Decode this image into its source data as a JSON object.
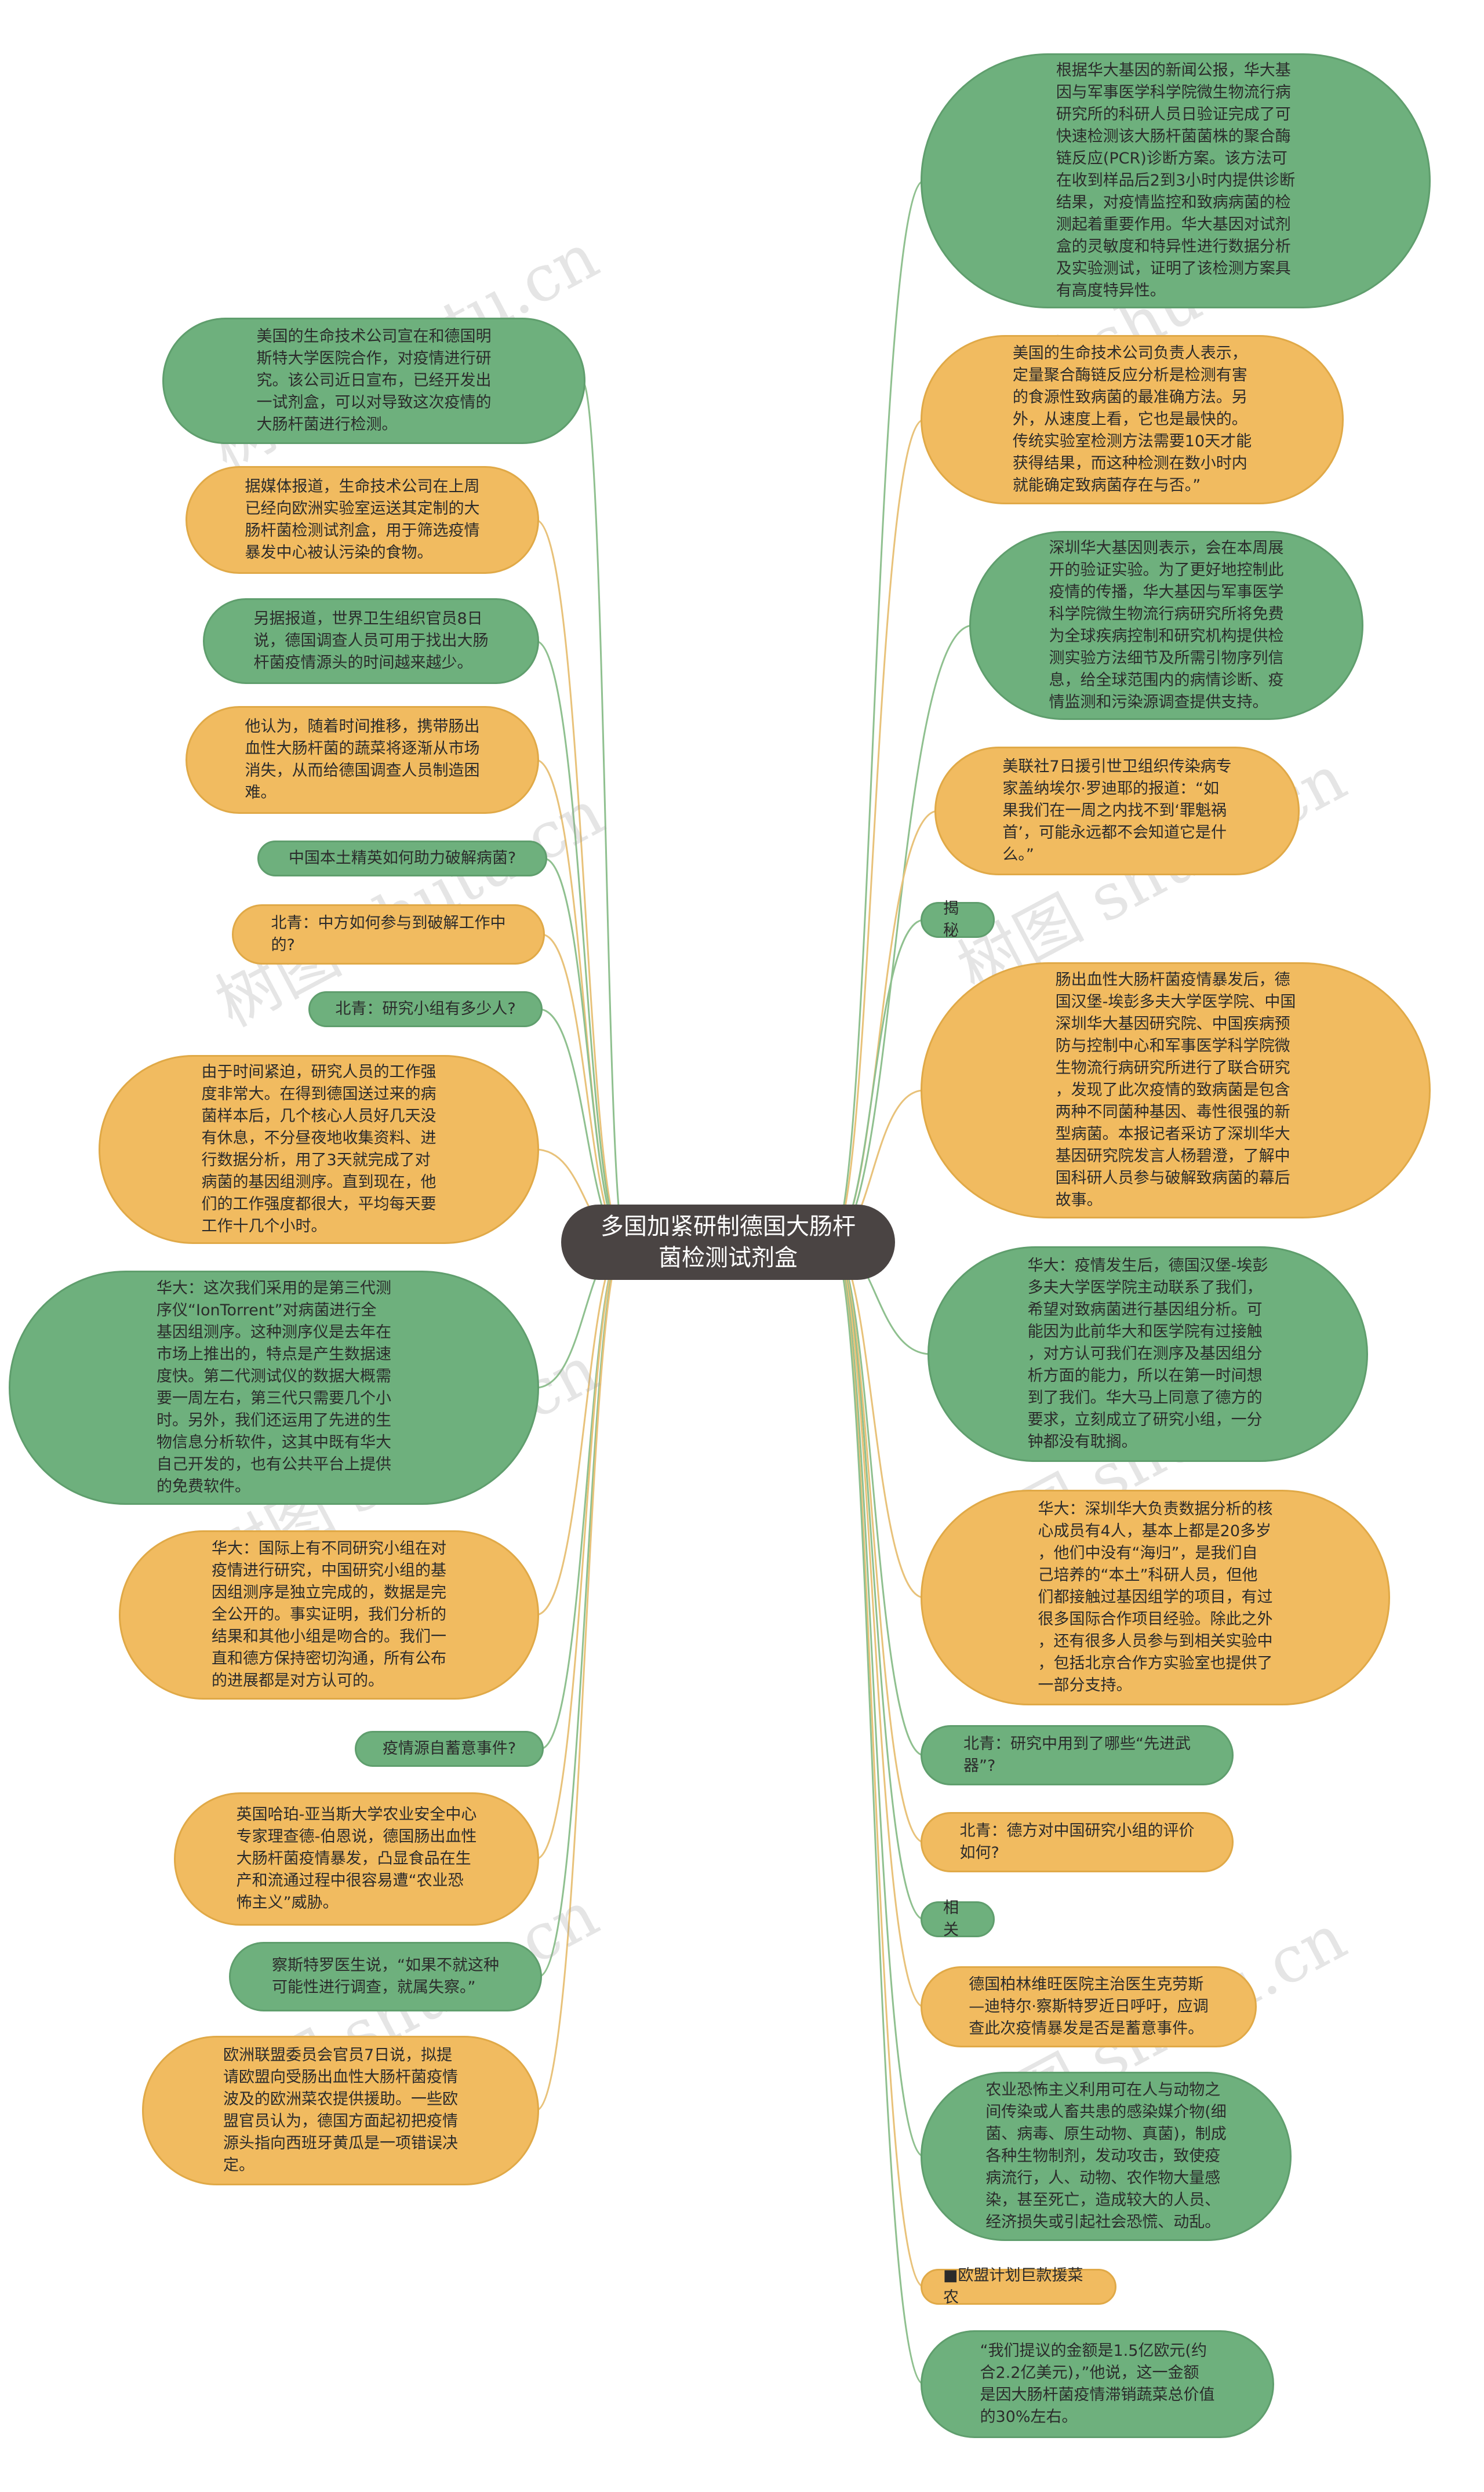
{
  "center": {
    "title": "多国加紧研制德国大肠杆\n菌检测试剂盒"
  },
  "colors": {
    "green": "#6eb07d",
    "orange": "#f1bb60",
    "center": "#4a4443",
    "line_green": "#8fc08f",
    "line_orange": "#e8c27a"
  },
  "watermark": "树图 shutu.cn",
  "left_nodes": [
    {
      "id": "l1",
      "color": "green",
      "text": "美国的生命技术公司宣在和德国明\n斯特大学医院合作，对疫情进行研\n究。该公司近日宣布，已经开发出\n一试剂盒，可以对导致这次疫情的\n大肠杆菌进行检测。"
    },
    {
      "id": "l2",
      "color": "orange",
      "text": "据媒体报道，生命技术公司在上周\n已经向欧洲实验室运送其定制的大\n肠杆菌检测试剂盒，用于筛选疫情\n暴发中心被认污染的食物。"
    },
    {
      "id": "l3",
      "color": "green",
      "text": "另据报道，世界卫生组织官员8日\n说，德国调查人员可用于找出大肠\n杆菌疫情源头的时间越来越少。"
    },
    {
      "id": "l4",
      "color": "orange",
      "text": "他认为，随着时间推移，携带肠出\n血性大肠杆菌的蔬菜将逐渐从市场\n消失，从而给德国调查人员制造困\n难。"
    },
    {
      "id": "l5",
      "color": "green",
      "text": "中国本土精英如何助力破解病菌?"
    },
    {
      "id": "l6",
      "color": "orange",
      "text": "北青：中方如何参与到破解工作中\n的?"
    },
    {
      "id": "l7",
      "color": "green",
      "text": "北青：研究小组有多少人?"
    },
    {
      "id": "l8",
      "color": "orange",
      "text": "由于时间紧迫，研究人员的工作强\n度非常大。在得到德国送过来的病\n菌样本后，几个核心人员好几天没\n有休息，不分昼夜地收集资料、进\n行数据分析，用了3天就完成了对\n病菌的基因组测序。直到现在，他\n们的工作强度都很大，平均每天要\n工作十几个小时。"
    },
    {
      "id": "l9",
      "color": "green",
      "text": "华大：这次我们采用的是第三代测\n序仪“IonTorrent”对病菌进行全\n基因组测序。这种测序仪是去年在\n市场上推出的，特点是产生数据速\n度快。第二代测试仪的数据大概需\n要一周左右，第三代只需要几个小\n时。另外，我们还运用了先进的生\n物信息分析软件，这其中既有华大\n自己开发的，也有公共平台上提供\n的免费软件。"
    },
    {
      "id": "l10",
      "color": "orange",
      "text": "华大：国际上有不同研究小组在对\n疫情进行研究，中国研究小组的基\n因组测序是独立完成的，数据是完\n全公开的。事实证明，我们分析的\n结果和其他小组是吻合的。我们一\n直和德方保持密切沟通，所有公布\n的进展都是对方认可的。"
    },
    {
      "id": "l11",
      "color": "green",
      "text": "疫情源自蓄意事件?"
    },
    {
      "id": "l12",
      "color": "orange",
      "text": "英国哈珀-亚当斯大学农业安全中心\n专家理查德-伯恩说，德国肠出血性\n大肠杆菌疫情暴发，凸显食品在生\n产和流通过程中很容易遭“农业恐\n怖主义”威胁。"
    },
    {
      "id": "l13",
      "color": "green",
      "text": "察斯特罗医生说，“如果不就这种\n可能性进行调查，就属失察。”"
    },
    {
      "id": "l14",
      "color": "orange",
      "text": "欧洲联盟委员会官员7日说，拟提\n请欧盟向受肠出血性大肠杆菌疫情\n波及的欧洲菜农提供援助。一些欧\n盟官员认为，德国方面起初把疫情\n源头指向西班牙黄瓜是一项错误决\n定。"
    }
  ],
  "right_nodes": [
    {
      "id": "r1",
      "color": "green",
      "text": "根据华大基因的新闻公报，华大基\n因与军事医学科学院微生物流行病\n研究所的科研人员日验证完成了可\n快速检测该大肠杆菌菌株的聚合酶\n链反应(PCR)诊断方案。该方法可\n在收到样品后2到3小时内提供诊断\n结果，对疫情监控和致病病菌的检\n测起着重要作用。华大基因对试剂\n盒的灵敏度和特异性进行数据分析\n及实验测试，证明了该检测方案具\n有高度特异性。"
    },
    {
      "id": "r2",
      "color": "orange",
      "text": "美国的生命技术公司负责人表示，\n定量聚合酶链反应分析是检测有害\n的食源性致病菌的最准确方法。另\n外，从速度上看，它也是最快的。\n传统实验室检测方法需要10天才能\n获得结果，而这种检测在数小时内\n就能确定致病菌存在与否。”"
    },
    {
      "id": "r3",
      "color": "green",
      "text": "深圳华大基因则表示，会在本周展\n开的验证实验。为了更好地控制此\n疫情的传播，华大基因与军事医学\n科学院微生物流行病研究所将免费\n为全球疾病控制和研究机构提供检\n测实验方法细节及所需引物序列信\n息，给全球范围内的病情诊断、疫\n情监测和污染源调查提供支持。"
    },
    {
      "id": "r4",
      "color": "orange",
      "text": "美联社7日援引世卫组织传染病专\n家盖纳埃尔·罗迪耶的报道：“如\n果我们在一周之内找不到‘罪魁祸\n首’，可能永远都不会知道它是什\n么。”"
    },
    {
      "id": "r5",
      "color": "green",
      "text": "揭秘"
    },
    {
      "id": "r6",
      "color": "orange",
      "text": "肠出血性大肠杆菌疫情暴发后，德\n国汉堡-埃彭多夫大学医学院、中国\n深圳华大基因研究院、中国疾病预\n防与控制中心和军事医学科学院微\n生物流行病研究所进行了联合研究\n，发现了此次疫情的致病菌是包含\n两种不同菌种基因、毒性很强的新\n型病菌。本报记者采访了深圳华大\n基因研究院发言人杨碧澄，了解中\n国科研人员参与破解致病菌的幕后\n故事。"
    },
    {
      "id": "r7",
      "color": "green",
      "text": "华大：疫情发生后，德国汉堡-埃彭\n多夫大学医学院主动联系了我们，\n希望对致病菌进行基因组分析。可\n能因为此前华大和医学院有过接触\n，对方认可我们在测序及基因组分\n析方面的能力，所以在第一时间想\n到了我们。华大马上同意了德方的\n要求，立刻成立了研究小组，一分\n钟都没有耽搁。"
    },
    {
      "id": "r8",
      "color": "orange",
      "text": "华大：深圳华大负责数据分析的核\n心成员有4人，基本上都是20多岁\n，他们中没有“海归”，是我们自\n己培养的“本土”科研人员，但他\n们都接触过基因组学的项目，有过\n很多国际合作项目经验。除此之外\n，还有很多人员参与到相关实验中\n，包括北京合作方实验室也提供了\n一部分支持。"
    },
    {
      "id": "r9",
      "color": "green",
      "text": "北青：研究中用到了哪些“先进武\n器”?"
    },
    {
      "id": "r10",
      "color": "orange",
      "text": "北青：德方对中国研究小组的评价\n如何?"
    },
    {
      "id": "r11",
      "color": "green",
      "text": "相关"
    },
    {
      "id": "r12",
      "color": "orange",
      "text": "德国柏林维旺医院主治医生克劳斯\n—迪特尔·察斯特罗近日呼吁，应调\n查此次疫情暴发是否是蓄意事件。"
    },
    {
      "id": "r13",
      "color": "green",
      "text": "农业恐怖主义利用可在人与动物之\n间传染或人畜共患的感染媒介物(细\n菌、病毒、原生动物、真菌)，制成\n各种生物制剂，发动攻击，致使疫\n病流行，人、动物、农作物大量感\n染，甚至死亡，造成较大的人员、\n经济损失或引起社会恐慌、动乱。"
    },
    {
      "id": "r14",
      "color": "orange",
      "text": "■欧盟计划巨款援菜农"
    },
    {
      "id": "r15",
      "color": "green",
      "text": "“我们提议的金额是1.5亿欧元(约\n合2.2亿美元)，”他说，这一金额\n是因大肠杆菌疫情滞销蔬菜总价值\n的30%左右。"
    }
  ]
}
